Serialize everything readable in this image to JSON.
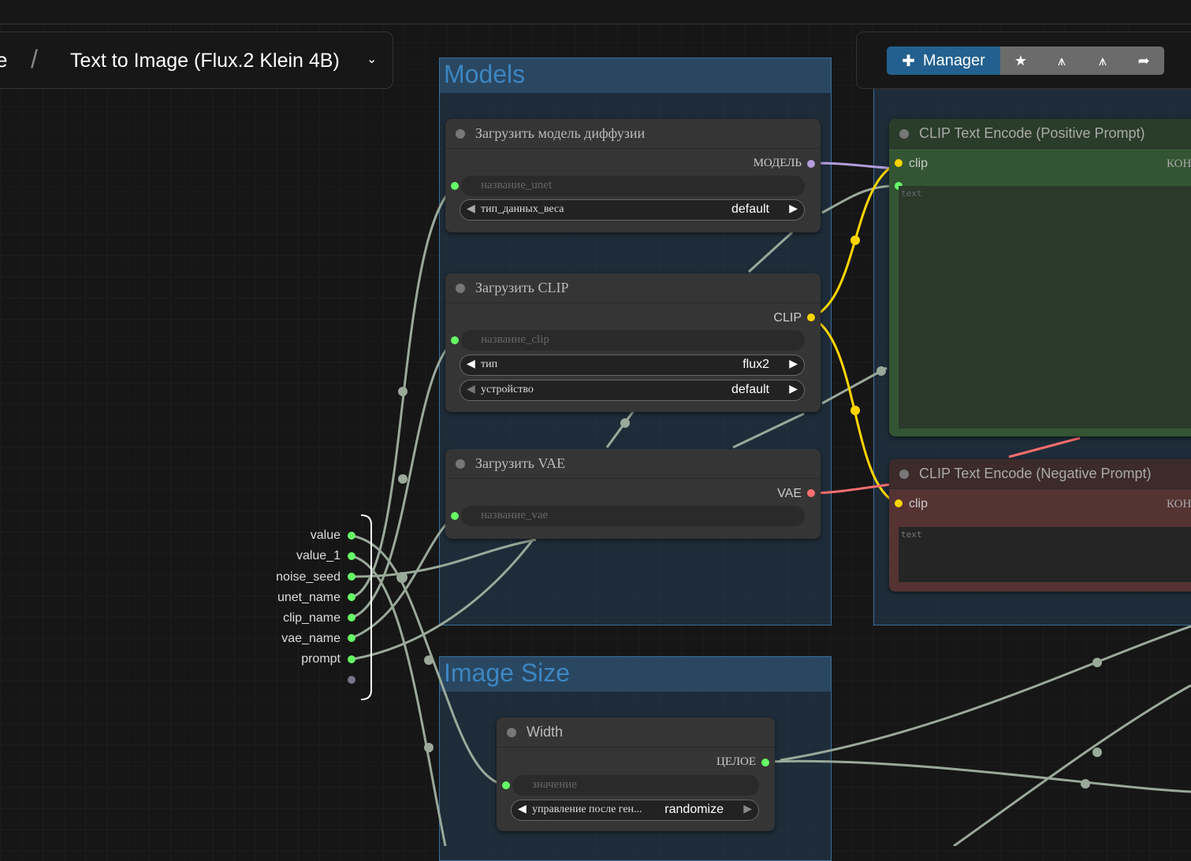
{
  "breadcrumb": {
    "prev": "e",
    "separator": "/",
    "title": "Text to Image (Flux.2 Klein 4B)",
    "chevron": "⌄"
  },
  "actions": {
    "manager": "Manager",
    "icons": [
      "puzzle-icon",
      "star-icon",
      "broom-icon",
      "broom-icon-2",
      "share-icon"
    ],
    "more": "⋮"
  },
  "groups": {
    "models": "Models",
    "image_size": "Image Size"
  },
  "nodes": {
    "unet": {
      "title": "Загрузить модель диффузии",
      "output": "МОДЕЛЬ",
      "widget": "название_unet",
      "combo_label": "тип_данных_веса",
      "combo_value": "default"
    },
    "clip": {
      "title": "Загрузить CLIP",
      "output": "CLIP",
      "widget": "название_clip",
      "type_label": "тип",
      "type_value": "flux2",
      "device_label": "устройство",
      "device_value": "default"
    },
    "vae": {
      "title": "Загрузить VAE",
      "output": "VAE",
      "widget": "название_vae"
    },
    "pos": {
      "title": "CLIP Text Encode (Positive Prompt)",
      "input": "clip",
      "output": "КОН",
      "text_placeholder": "text"
    },
    "neg": {
      "title": "CLIP Text Encode (Negative Prompt)",
      "input": "clip",
      "output": "КОН",
      "text_placeholder": "text"
    },
    "width": {
      "title": "Width",
      "output": "ЦЕЛОЕ",
      "widget": "значение",
      "combo_label": "управление после ген...",
      "combo_value": "randomize"
    }
  },
  "subgraph_inputs": [
    "value",
    "value_1",
    "noise_seed",
    "unet_name",
    "clip_name",
    "vae_name",
    "prompt"
  ],
  "colors": {
    "model": "#b39ddb",
    "clip": "#ffd500",
    "vae": "#ff6e6e",
    "int": "#6f6",
    "group": "#3c86c2"
  }
}
